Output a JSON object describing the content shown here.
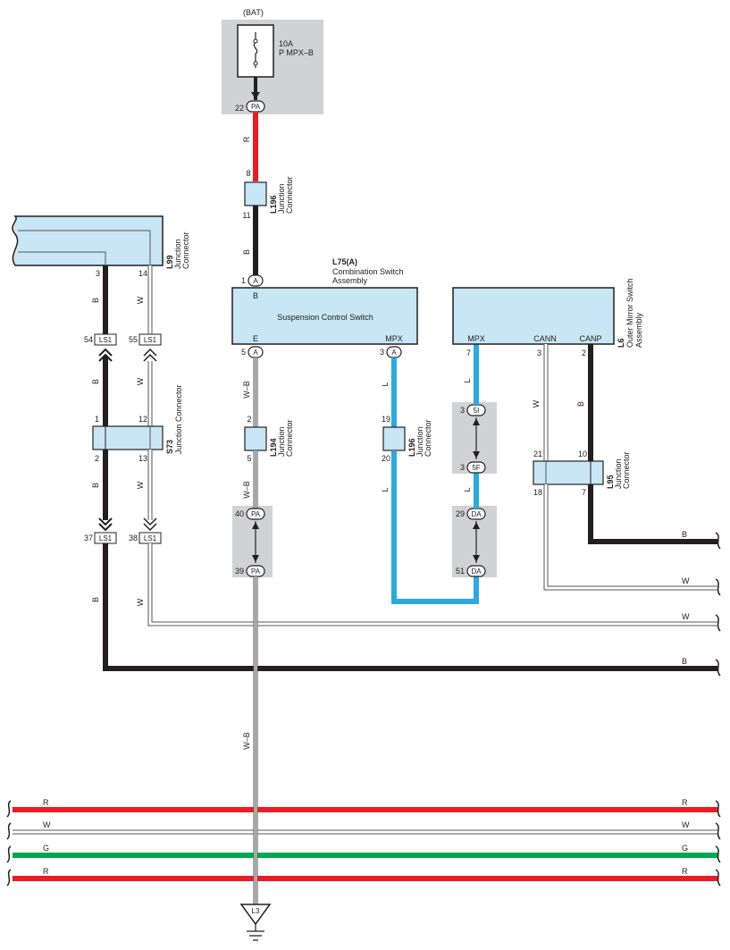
{
  "colors": {
    "black_wire": "#231f20",
    "red_wire": "#ed1c24",
    "blue_wire": "#29aae1",
    "green_wire": "#00a651",
    "white_wire": "#ffffff",
    "wire_outline": "#555555",
    "component_fill": "#c8e6f5",
    "shade_fill": "#d1d2d4"
  },
  "fuse": {
    "supply": "(BAT)",
    "rating": "10A",
    "name": "P MPX–B",
    "pin": "22",
    "connector": "PA"
  },
  "junctions": {
    "l196_top": {
      "code": "L196",
      "line1": "Junction",
      "line2": "Connector",
      "pin_in": "8",
      "pin_out": "11"
    },
    "l99": {
      "code": "L99",
      "line1": "Junction",
      "line2": "Connector",
      "pin_b": "3",
      "pin_w": "14"
    },
    "s73": {
      "code": "S73",
      "name": "Junction Connector",
      "pin_b_in": "1",
      "pin_w_in": "12",
      "pin_b_out": "2",
      "pin_w_out": "13"
    },
    "l194": {
      "code": "L194",
      "line1": "Junction",
      "line2": "Connector",
      "pin_in": "2",
      "pin_out": "5"
    },
    "l196_mid": {
      "code": "L196",
      "line1": "Junction",
      "line2": "Connector",
      "pin_in": "19",
      "pin_out": "20"
    },
    "l95": {
      "code": "L95",
      "line1": "Junction",
      "line2": "Connector",
      "pin_w_in": "21",
      "pin_b_in": "10",
      "pin_w_out": "18",
      "pin_b_out": "7"
    }
  },
  "ls1": {
    "label": "LS1",
    "pins": [
      "54",
      "55",
      "37",
      "38"
    ]
  },
  "switch_assembly": {
    "code": "L75(A)",
    "line1": "Combination Switch",
    "line2": "Assembly",
    "name": "Suspension Control Switch",
    "pin_b": "1",
    "conn": "A",
    "term_b": "B",
    "term_e": "E",
    "term_mpx": "MPX",
    "pin_e": "5",
    "pin_mpx": "3"
  },
  "mirror_switch": {
    "code": "L6",
    "line1": "Outer Mirror Switch",
    "line2": "Assembly",
    "term_mpx": "MPX",
    "term_cann": "CANN",
    "term_canp": "CANP",
    "pin_mpx": "7",
    "pin_cann": "3",
    "pin_canp": "2"
  },
  "inline_connectors": {
    "pa_top": {
      "pin": "40",
      "label": "PA"
    },
    "pa_bottom": {
      "pin": "39",
      "label": "PA"
    },
    "i5_top": {
      "pin": "3",
      "label": "5I"
    },
    "f5_bottom": {
      "pin": "3",
      "label": "5F"
    },
    "da_top": {
      "pin": "29",
      "label": "DA"
    },
    "da_bottom": {
      "pin": "51",
      "label": "DA"
    }
  },
  "wire_colors": {
    "b": "B",
    "w": "W",
    "r": "R",
    "l": "L",
    "g": "G",
    "wb": "W–B"
  },
  "ground": {
    "label": "L3"
  }
}
